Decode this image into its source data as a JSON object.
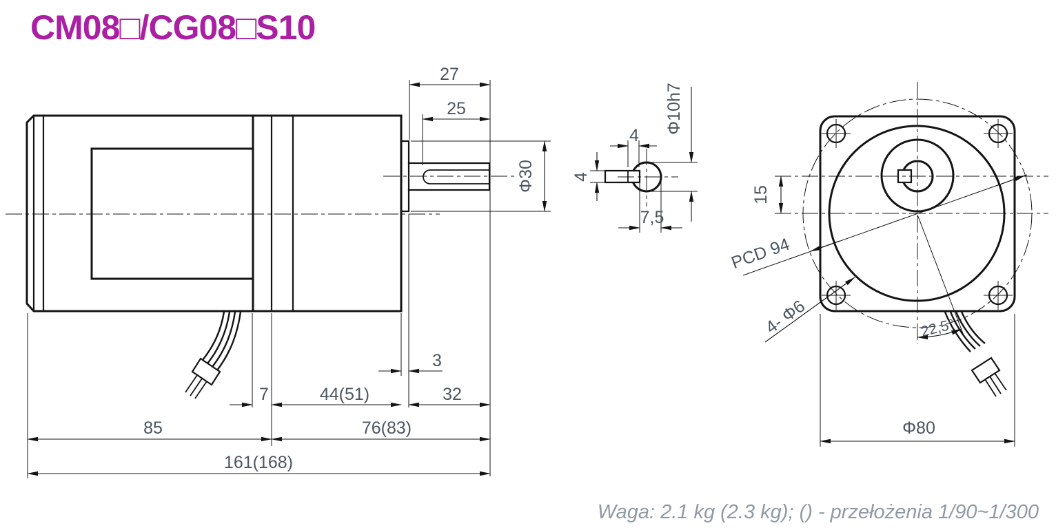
{
  "title": "CM08□/CG08□S10",
  "footnote": "Waga: 2.1 kg (2.3 kg); () - przełożenia 1/90~1/300",
  "colors": {
    "title_accent": "#AB1FA3",
    "drawing_line": "#141414",
    "dimension_text": "#4c5660",
    "footnote_text": "#8e9aa5"
  },
  "side_view": {
    "label": "motor-with-gearbox-side-view",
    "dims": {
      "shaft_protrusion": "27",
      "keyway_length": "25",
      "boss_diameter": "Φ30",
      "boss_thickness": "3",
      "flange_gap": "7",
      "gearbox_length": "44(51)",
      "shaft_length": "32",
      "motor_length": "85",
      "gear_section_length": "76(83)",
      "total_length": "161(168)"
    }
  },
  "section_view": {
    "label": "shaft-cross-section",
    "dims": {
      "key_width": "4",
      "key_height": "4",
      "shaft_diameter": "Φ10h7",
      "flat_height": "7,5"
    }
  },
  "front_view": {
    "label": "flange-front-view",
    "dims": {
      "shaft_offset": "15",
      "bolt_circle": "PCD 94",
      "mount_holes": "4- Φ6",
      "cable_angle": "22,5°",
      "body_diameter": "Φ80"
    }
  }
}
